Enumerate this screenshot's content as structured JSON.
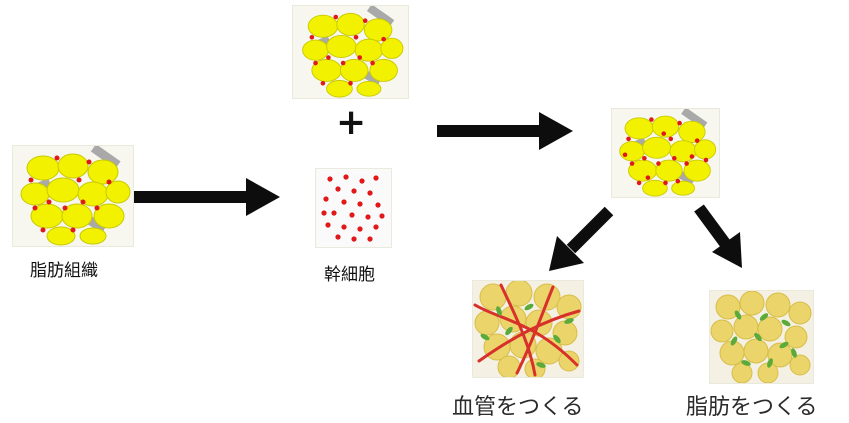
{
  "labels": {
    "adipose": "脂肪組織",
    "stem": "幹細胞",
    "plus": "+",
    "vessel": "血管をつくる",
    "fat": "脂肪をつくる"
  },
  "colors": {
    "fat_cell": "#f2f200",
    "fat_cell_edge": "#c9c900",
    "red_dot": "#e01818",
    "matrix": "#a9a9a9",
    "arrow": "#0d0d0d",
    "tissue_cell": "#ebd56a",
    "vessel_red": "#d8302a",
    "vessel_green": "#5cab3a"
  },
  "icons": [
    "arrow-right-icon",
    "arrow-down-left-icon",
    "arrow-down-right-icon"
  ]
}
